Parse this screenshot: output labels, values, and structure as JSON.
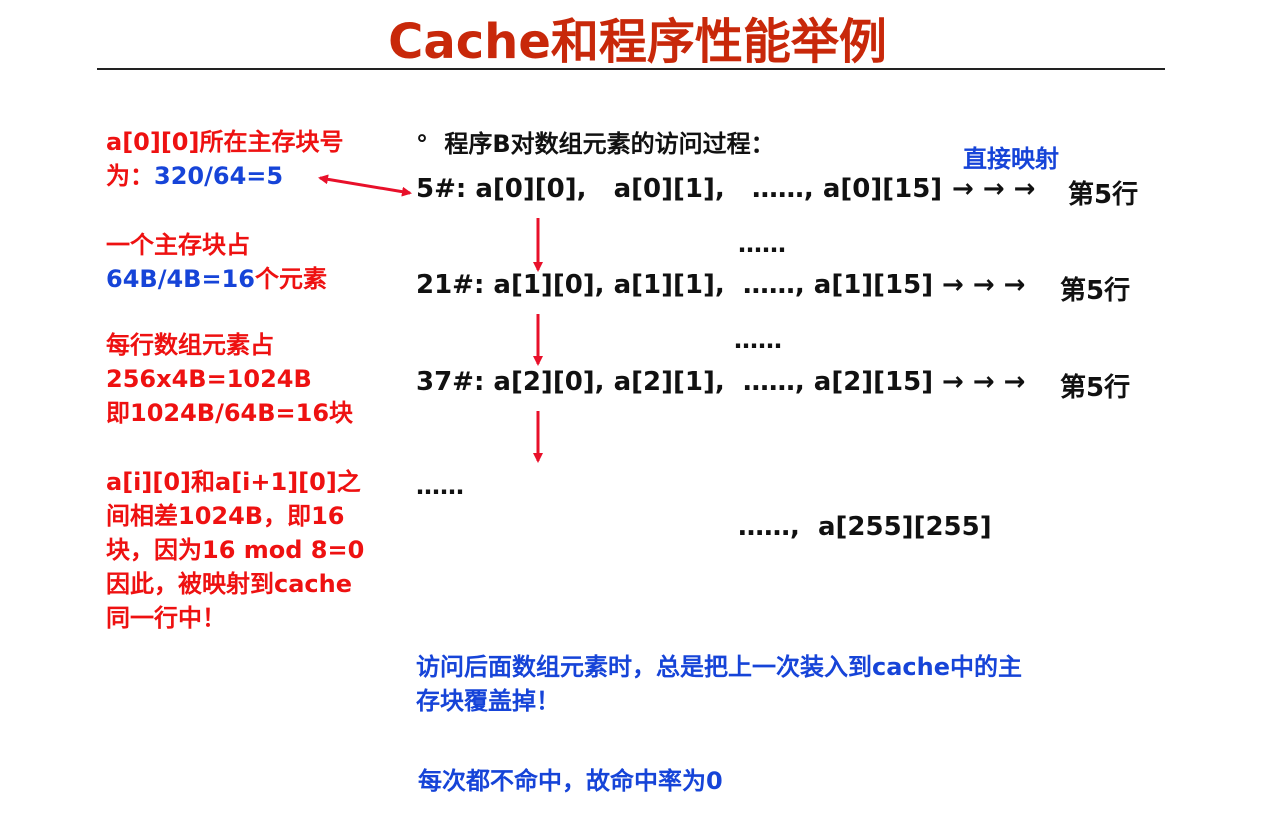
{
  "title": "Cache和程序性能举例",
  "left_notes": {
    "block_line1": "a[0][0]所在主存块号",
    "block_line2_prefix": "为：",
    "block_line2_value": "320/64=5",
    "elems_line1": "一个主存块占",
    "elems_line2_value": "64B/4B=16",
    "elems_line2_suffix": "个元素",
    "row_line1": "每行数组元素占",
    "row_line2": "256x4B=1024B",
    "row_line3": "即1024B/64B=16块",
    "diff_line1": "a[i][0]和a[i+1][0]之",
    "diff_line2": "间相差1024B，即16",
    "diff_line3": "块，因为16 mod 8=0",
    "diff_line4": "因此，被映射到cache",
    "diff_line5": "同一行中！"
  },
  "process": {
    "bullet": "°",
    "heading": "程序B对数组元素的访问过程：",
    "mapping_label": "直接映射",
    "row0": "5#: a[0][0],   a[0][1],   ……, a[0][15]",
    "row1": "21#: a[1][0], a[1][1],  ……, a[1][15]",
    "row2": "37#: a[2][0], a[2][1],  ……, a[2][15]",
    "arrows": "→ → →",
    "target": "第5行",
    "dots": "……",
    "last": "……,  a[255][255]"
  },
  "conclusions": {
    "line1": "访问后面数组元素时，总是把上一次装入到cache中的主",
    "line2": "存块覆盖掉！",
    "line3": "每次都不命中，故命中率为0"
  },
  "colors": {
    "title": "#c8280a",
    "red": "#ee1111",
    "blue": "#1644d8",
    "arrow": "#e8102a"
  }
}
